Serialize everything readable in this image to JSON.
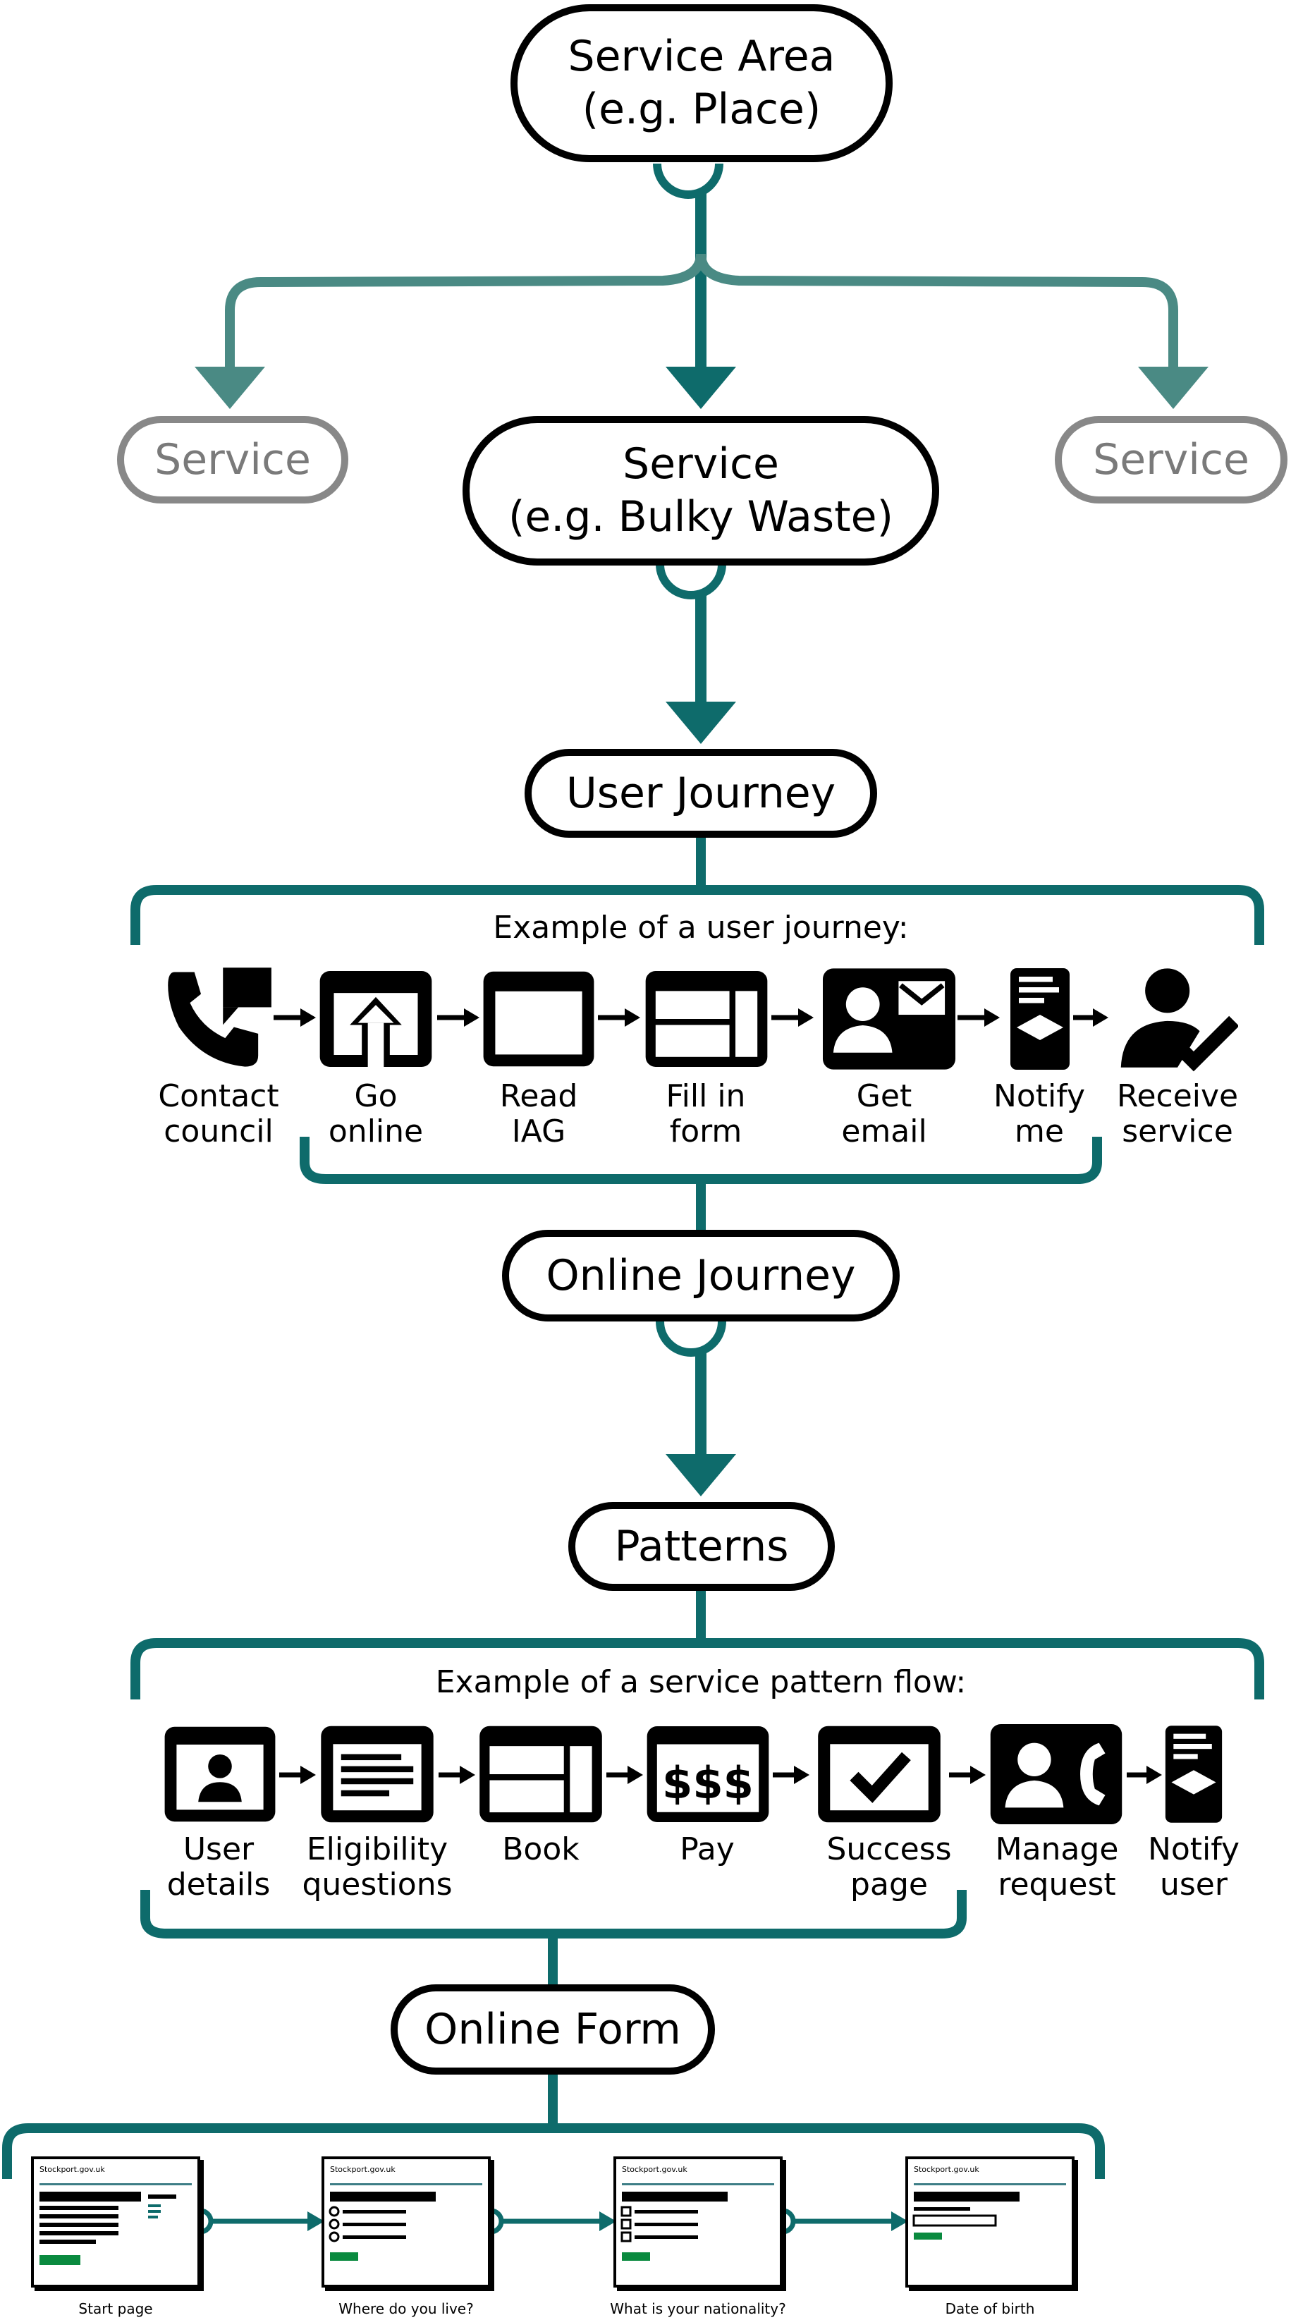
{
  "nodes": {
    "service_area": {
      "line1": "Service Area",
      "line2": "(e.g. Place)"
    },
    "service_left": "Service",
    "service_main": {
      "line1": "Service",
      "line2": "(e.g. Bulky Waste)"
    },
    "service_right": "Service",
    "user_journey": "User Journey",
    "online_journey": "Online Journey",
    "patterns": "Patterns",
    "online_form": "Online Form"
  },
  "user_journey_example": {
    "title": "Example of a user journey:",
    "steps": [
      {
        "line1": "Contact",
        "line2": "council",
        "icon": "phone-chat-icon"
      },
      {
        "line1": "Go",
        "line2": "online",
        "icon": "upload-icon"
      },
      {
        "line1": "Read",
        "line2": "IAG",
        "icon": "window-icon"
      },
      {
        "line1": "Fill in",
        "line2": "form",
        "icon": "form-icon"
      },
      {
        "line1": "Get",
        "line2": "email",
        "icon": "contact-email-icon"
      },
      {
        "line1": "Notify",
        "line2": "me",
        "icon": "notification-envelope-icon"
      },
      {
        "line1": "Receive",
        "line2": "service",
        "icon": "person-check-icon"
      }
    ]
  },
  "pattern_example": {
    "title": "Example of a service pattern flow:",
    "steps": [
      {
        "line1": "User",
        "line2": "details",
        "icon": "user-card-icon"
      },
      {
        "line1": "Eligibility",
        "line2": "questions",
        "icon": "document-lines-icon"
      },
      {
        "line1": "Book",
        "line2": "",
        "icon": "form-icon"
      },
      {
        "line1": "Pay",
        "line2": "",
        "icon": "dollar-icon"
      },
      {
        "line1": "Success",
        "line2": "page",
        "icon": "checkmark-icon"
      },
      {
        "line1": "Manage",
        "line2": "request",
        "icon": "contact-phone-icon"
      },
      {
        "line1": "Notify",
        "line2": "user",
        "icon": "notification-envelope-icon"
      }
    ]
  },
  "form_pages": [
    {
      "brand": "Stockport.gov.uk",
      "caption": "Start page"
    },
    {
      "brand": "Stockport.gov.uk",
      "caption": "Where do you live?"
    },
    {
      "brand": "Stockport.gov.uk",
      "caption": "What is your nationality?"
    },
    {
      "brand": "Stockport.gov.uk",
      "caption": "Date of birth"
    }
  ],
  "colors": {
    "teal": "#0e6b6b",
    "teal_light": "#4a8a84",
    "grey": "#888888",
    "green": "#0a8a3f"
  }
}
